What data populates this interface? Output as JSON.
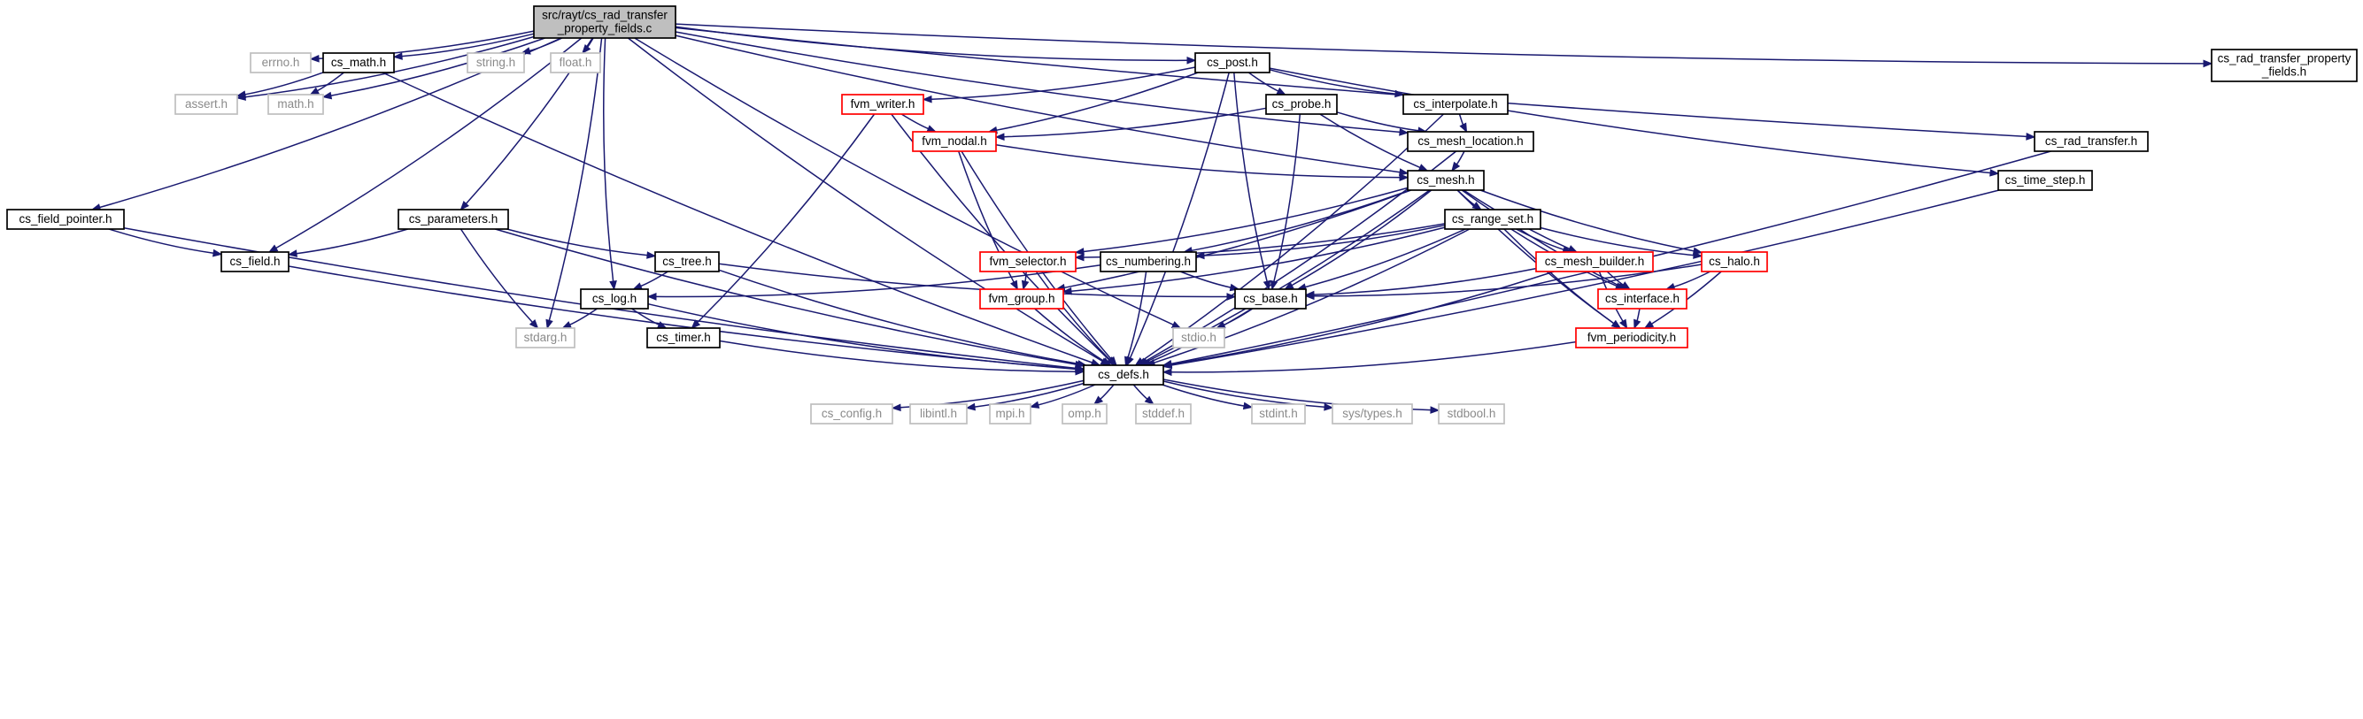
{
  "graph": {
    "title": "src/rayt/cs_rad_transfer_property_fields.c",
    "colors": {
      "edge": "#191970",
      "focus_fill": "#bfbfbf",
      "missing_border": "#bfbfbf",
      "truncated_border": "#ff0000",
      "normal_border": "#000000"
    },
    "nodes": [
      {
        "id": "root",
        "lines": [
          "src/rayt/cs_rad_transfer",
          "_property_fields.c"
        ],
        "style": "focus"
      },
      {
        "id": "errno",
        "lines": [
          "errno.h"
        ],
        "style": "grey"
      },
      {
        "id": "cs_math",
        "lines": [
          "cs_math.h"
        ],
        "style": "normal"
      },
      {
        "id": "string",
        "lines": [
          "string.h"
        ],
        "style": "grey"
      },
      {
        "id": "float",
        "lines": [
          "float.h"
        ],
        "style": "grey"
      },
      {
        "id": "cs_post",
        "lines": [
          "cs_post.h"
        ],
        "style": "normal"
      },
      {
        "id": "cs_rad_transfer_property_fields",
        "lines": [
          "cs_rad_transfer_property",
          "_fields.h"
        ],
        "style": "normal"
      },
      {
        "id": "assert",
        "lines": [
          "assert.h"
        ],
        "style": "grey"
      },
      {
        "id": "math",
        "lines": [
          "math.h"
        ],
        "style": "grey"
      },
      {
        "id": "fvm_writer",
        "lines": [
          "fvm_writer.h"
        ],
        "style": "red"
      },
      {
        "id": "cs_probe",
        "lines": [
          "cs_probe.h"
        ],
        "style": "normal"
      },
      {
        "id": "cs_interpolate",
        "lines": [
          "cs_interpolate.h"
        ],
        "style": "normal"
      },
      {
        "id": "fvm_nodal",
        "lines": [
          "fvm_nodal.h"
        ],
        "style": "red"
      },
      {
        "id": "cs_mesh_location",
        "lines": [
          "cs_mesh_location.h"
        ],
        "style": "normal"
      },
      {
        "id": "cs_rad_transfer",
        "lines": [
          "cs_rad_transfer.h"
        ],
        "style": "normal"
      },
      {
        "id": "cs_mesh",
        "lines": [
          "cs_mesh.h"
        ],
        "style": "normal"
      },
      {
        "id": "cs_time_step",
        "lines": [
          "cs_time_step.h"
        ],
        "style": "normal"
      },
      {
        "id": "cs_field_pointer",
        "lines": [
          "cs_field_pointer.h"
        ],
        "style": "normal"
      },
      {
        "id": "cs_parameters",
        "lines": [
          "cs_parameters.h"
        ],
        "style": "normal"
      },
      {
        "id": "cs_range_set",
        "lines": [
          "cs_range_set.h"
        ],
        "style": "normal"
      },
      {
        "id": "cs_field",
        "lines": [
          "cs_field.h"
        ],
        "style": "normal"
      },
      {
        "id": "cs_tree",
        "lines": [
          "cs_tree.h"
        ],
        "style": "normal"
      },
      {
        "id": "fvm_selector",
        "lines": [
          "fvm_selector.h"
        ],
        "style": "red"
      },
      {
        "id": "cs_numbering",
        "lines": [
          "cs_numbering.h"
        ],
        "style": "normal"
      },
      {
        "id": "cs_mesh_builder",
        "lines": [
          "cs_mesh_builder.h"
        ],
        "style": "red"
      },
      {
        "id": "cs_halo",
        "lines": [
          "cs_halo.h"
        ],
        "style": "red"
      },
      {
        "id": "cs_log",
        "lines": [
          "cs_log.h"
        ],
        "style": "normal"
      },
      {
        "id": "fvm_group",
        "lines": [
          "fvm_group.h"
        ],
        "style": "red"
      },
      {
        "id": "cs_base",
        "lines": [
          "cs_base.h"
        ],
        "style": "normal"
      },
      {
        "id": "cs_interface",
        "lines": [
          "cs_interface.h"
        ],
        "style": "red"
      },
      {
        "id": "stdarg",
        "lines": [
          "stdarg.h"
        ],
        "style": "grey"
      },
      {
        "id": "cs_timer",
        "lines": [
          "cs_timer.h"
        ],
        "style": "normal"
      },
      {
        "id": "stdio",
        "lines": [
          "stdio.h"
        ],
        "style": "grey"
      },
      {
        "id": "fvm_periodicity",
        "lines": [
          "fvm_periodicity.h"
        ],
        "style": "red"
      },
      {
        "id": "cs_defs",
        "lines": [
          "cs_defs.h"
        ],
        "style": "normal"
      },
      {
        "id": "cs_config",
        "lines": [
          "cs_config.h"
        ],
        "style": "grey"
      },
      {
        "id": "libintl",
        "lines": [
          "libintl.h"
        ],
        "style": "grey"
      },
      {
        "id": "mpi",
        "lines": [
          "mpi.h"
        ],
        "style": "grey"
      },
      {
        "id": "omp",
        "lines": [
          "omp.h"
        ],
        "style": "grey"
      },
      {
        "id": "stddef",
        "lines": [
          "stddef.h"
        ],
        "style": "grey"
      },
      {
        "id": "stdint",
        "lines": [
          "stdint.h"
        ],
        "style": "grey"
      },
      {
        "id": "sys_types",
        "lines": [
          "sys/types.h"
        ],
        "style": "grey"
      },
      {
        "id": "stdbool",
        "lines": [
          "stdbool.h"
        ],
        "style": "grey"
      }
    ],
    "edges": [
      [
        "root",
        "errno"
      ],
      [
        "root",
        "cs_math"
      ],
      [
        "root",
        "string"
      ],
      [
        "root",
        "float"
      ],
      [
        "root",
        "cs_post"
      ],
      [
        "root",
        "cs_rad_transfer_property_fields"
      ],
      [
        "root",
        "assert"
      ],
      [
        "root",
        "math"
      ],
      [
        "root",
        "cs_field_pointer"
      ],
      [
        "root",
        "cs_field"
      ],
      [
        "root",
        "cs_parameters"
      ],
      [
        "root",
        "cs_log"
      ],
      [
        "root",
        "stdarg"
      ],
      [
        "root",
        "stdio"
      ],
      [
        "root",
        "cs_mesh"
      ],
      [
        "root",
        "cs_mesh_location"
      ],
      [
        "root",
        "cs_rad_transfer"
      ],
      [
        "root",
        "cs_defs"
      ],
      [
        "cs_math",
        "assert"
      ],
      [
        "cs_math",
        "math"
      ],
      [
        "cs_math",
        "cs_defs"
      ],
      [
        "cs_post",
        "fvm_writer"
      ],
      [
        "cs_post",
        "fvm_nodal"
      ],
      [
        "cs_post",
        "cs_probe"
      ],
      [
        "cs_post",
        "cs_interpolate"
      ],
      [
        "cs_post",
        "cs_base"
      ],
      [
        "cs_post",
        "cs_time_step"
      ],
      [
        "cs_post",
        "cs_defs"
      ],
      [
        "fvm_writer",
        "fvm_nodal"
      ],
      [
        "fvm_writer",
        "cs_timer"
      ],
      [
        "fvm_writer",
        "cs_defs"
      ],
      [
        "cs_probe",
        "fvm_nodal"
      ],
      [
        "cs_probe",
        "cs_mesh_location"
      ],
      [
        "cs_probe",
        "cs_mesh"
      ],
      [
        "cs_probe",
        "cs_base"
      ],
      [
        "cs_interpolate",
        "cs_mesh_location"
      ],
      [
        "cs_interpolate",
        "cs_defs"
      ],
      [
        "fvm_nodal",
        "cs_mesh"
      ],
      [
        "fvm_nodal",
        "fvm_group"
      ],
      [
        "fvm_nodal",
        "cs_defs"
      ],
      [
        "cs_mesh_location",
        "cs_mesh"
      ],
      [
        "cs_mesh_location",
        "cs_defs"
      ],
      [
        "cs_rad_transfer",
        "cs_defs"
      ],
      [
        "cs_time_step",
        "cs_defs"
      ],
      [
        "cs_mesh",
        "cs_range_set"
      ],
      [
        "cs_mesh",
        "fvm_selector"
      ],
      [
        "cs_mesh",
        "cs_numbering"
      ],
      [
        "cs_mesh",
        "cs_mesh_builder"
      ],
      [
        "cs_mesh",
        "cs_halo"
      ],
      [
        "cs_mesh",
        "fvm_group"
      ],
      [
        "cs_mesh",
        "cs_base"
      ],
      [
        "cs_mesh",
        "cs_interface"
      ],
      [
        "cs_mesh",
        "fvm_periodicity"
      ],
      [
        "cs_mesh",
        "cs_defs"
      ],
      [
        "cs_field_pointer",
        "cs_field"
      ],
      [
        "cs_field_pointer",
        "cs_defs"
      ],
      [
        "cs_parameters",
        "cs_field"
      ],
      [
        "cs_parameters",
        "cs_tree"
      ],
      [
        "cs_parameters",
        "stdarg"
      ],
      [
        "cs_parameters",
        "cs_defs"
      ],
      [
        "cs_field",
        "cs_defs"
      ],
      [
        "cs_tree",
        "cs_log"
      ],
      [
        "cs_tree",
        "cs_base"
      ],
      [
        "cs_tree",
        "cs_defs"
      ],
      [
        "cs_range_set",
        "fvm_selector"
      ],
      [
        "cs_range_set",
        "cs_numbering"
      ],
      [
        "cs_range_set",
        "cs_mesh_builder"
      ],
      [
        "cs_range_set",
        "cs_halo"
      ],
      [
        "cs_range_set",
        "fvm_group"
      ],
      [
        "cs_range_set",
        "cs_base"
      ],
      [
        "cs_range_set",
        "cs_interface"
      ],
      [
        "cs_range_set",
        "fvm_periodicity"
      ],
      [
        "cs_range_set",
        "cs_defs"
      ],
      [
        "fvm_selector",
        "fvm_group"
      ],
      [
        "fvm_selector",
        "cs_defs"
      ],
      [
        "cs_numbering",
        "cs_log"
      ],
      [
        "cs_numbering",
        "cs_base"
      ],
      [
        "cs_numbering",
        "cs_defs"
      ],
      [
        "cs_mesh_builder",
        "cs_base"
      ],
      [
        "cs_mesh_builder",
        "cs_interface"
      ],
      [
        "cs_mesh_builder",
        "fvm_periodicity"
      ],
      [
        "cs_mesh_builder",
        "cs_defs"
      ],
      [
        "cs_halo",
        "cs_base"
      ],
      [
        "cs_halo",
        "cs_interface"
      ],
      [
        "cs_halo",
        "fvm_periodicity"
      ],
      [
        "cs_log",
        "stdarg"
      ],
      [
        "cs_log",
        "cs_timer"
      ],
      [
        "cs_log",
        "cs_defs"
      ],
      [
        "fvm_group",
        "cs_defs"
      ],
      [
        "cs_base",
        "stdio"
      ],
      [
        "cs_base",
        "cs_defs"
      ],
      [
        "cs_interface",
        "fvm_periodicity"
      ],
      [
        "fvm_periodicity",
        "cs_defs"
      ],
      [
        "cs_timer",
        "cs_defs"
      ],
      [
        "cs_defs",
        "cs_config"
      ],
      [
        "cs_defs",
        "libintl"
      ],
      [
        "cs_defs",
        "mpi"
      ],
      [
        "cs_defs",
        "omp"
      ],
      [
        "cs_defs",
        "stddef"
      ],
      [
        "cs_defs",
        "stdint"
      ],
      [
        "cs_defs",
        "sys_types"
      ],
      [
        "cs_defs",
        "stdbool"
      ]
    ]
  }
}
